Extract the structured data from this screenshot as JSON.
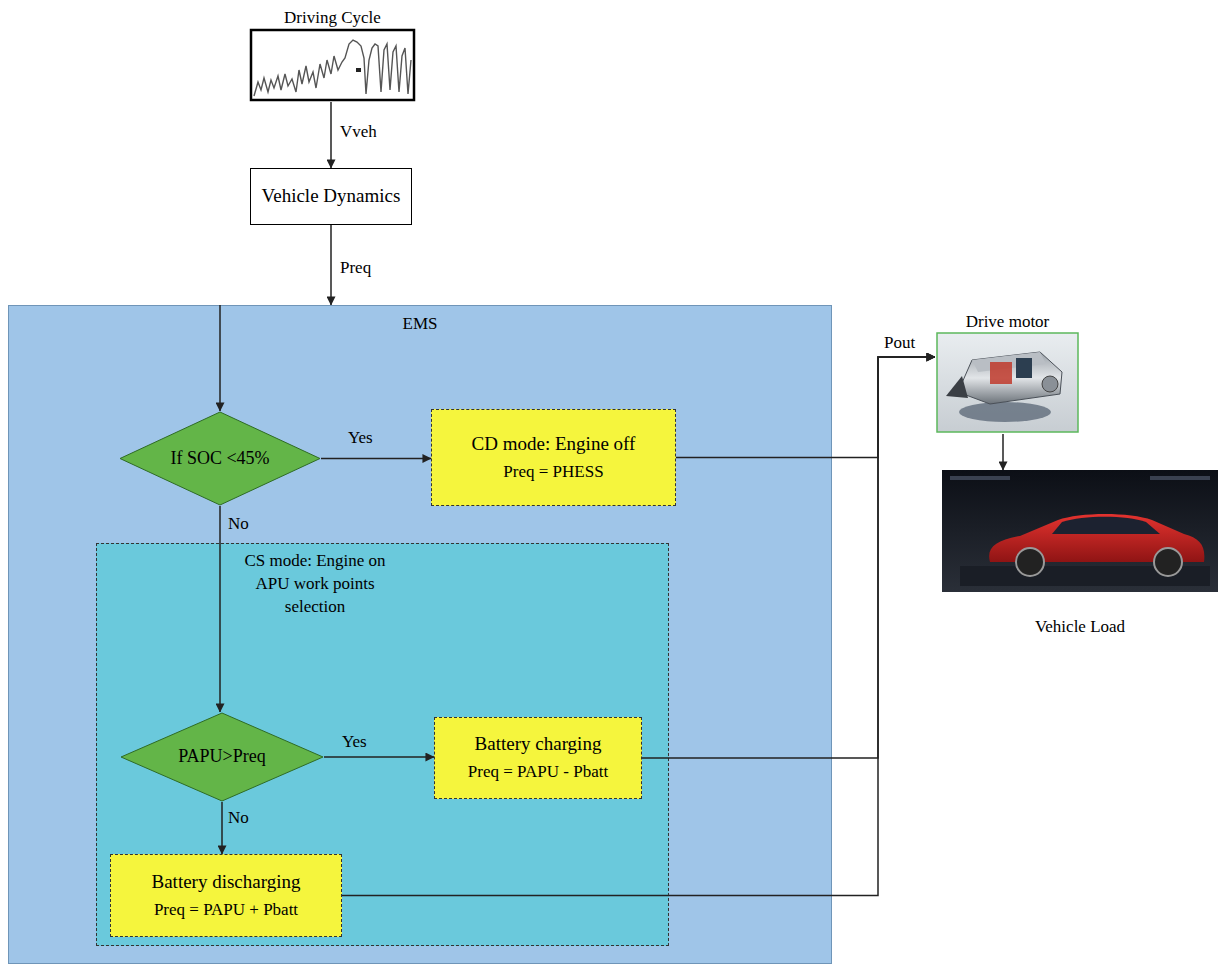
{
  "diagram": {
    "nodes": [
      {
        "text": [
          "Driving Cycle"
        ]
      },
      {
        "text": [
          "Vehicle Dynamics"
        ]
      },
      {
        "text": [
          "EMS"
        ]
      },
      {
        "text": [
          "If SOC <45%"
        ],
        "in": 2
      },
      {
        "text": [
          "CD mode: Engine off",
          "Preq = PHESS"
        ],
        "in": 2
      },
      {
        "text": [
          "CS mode: Engine on APU work points selection"
        ],
        "in": 2
      },
      {
        "text": [
          "PAPU>Preq"
        ],
        "in": 5
      },
      {
        "text": [
          "Battery charging",
          "Preq = PAPU - Pbatt"
        ],
        "in": 5
      },
      {
        "text": [
          "Battery discharging",
          "Preq = PAPU + Pbatt"
        ],
        "in": 5
      },
      {
        "text": [
          "Drive motor"
        ]
      },
      {
        "text": [
          "Vehicle Load"
        ]
      }
    ],
    "edges": [
      {
        "from": 0,
        "to": 1,
        "arrow": "to",
        "label": "Vveh"
      },
      {
        "from": 1,
        "to": 3,
        "arrow": "to",
        "label": "Preq"
      },
      {
        "from": 3,
        "to": 4,
        "arrow": "to",
        "label": "Yes"
      },
      {
        "from": 3,
        "to": 6,
        "arrow": "to",
        "label": "No"
      },
      {
        "from": 6,
        "to": 7,
        "arrow": "to",
        "label": "Yes"
      },
      {
        "from": 6,
        "to": 8,
        "arrow": "to",
        "label": "No"
      },
      {
        "from": 4,
        "to": 9,
        "arrow": "to",
        "label": "Pout"
      },
      {
        "from": 7,
        "to": 9,
        "arrow": "to"
      },
      {
        "from": 8,
        "to": 9,
        "arrow": "to"
      },
      {
        "from": 9,
        "to": 10,
        "arrow": "to"
      }
    ]
  }
}
